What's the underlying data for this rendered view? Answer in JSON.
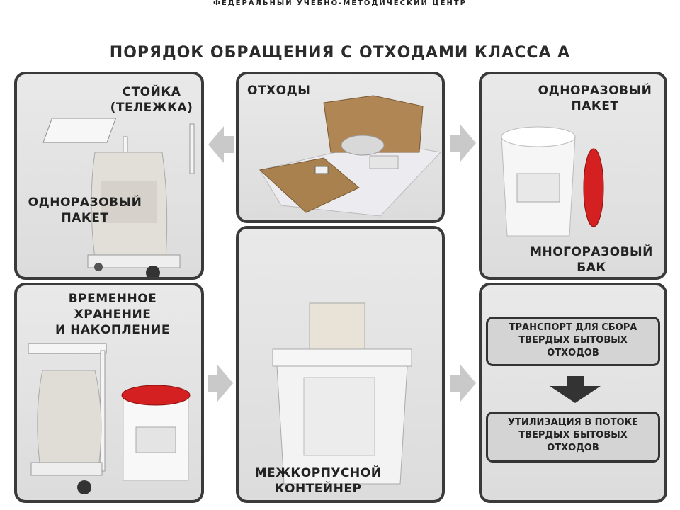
{
  "header": "ФЕДЕРАЛЬНЫЙ УЧЕБНО-МЕТОДИЧЕСКИЙ ЦЕНТР",
  "title": "ПОРЯДОК ОБРАЩЕНИЯ С ОТХОДАМИ КЛАССА А",
  "panels": {
    "cart": {
      "label_top": "СТОЙКА\n(ТЕЛЕЖКА)",
      "label_bag": "ОДНОРАЗОВЫЙ\nПАКЕТ"
    },
    "waste": {
      "label": "ОТХОДЫ"
    },
    "bin": {
      "label_top": "ОДНОРАЗОВЫЙ\nПАКЕТ",
      "label_bottom": "МНОГОРАЗОВЫЙ\nБАК"
    },
    "storage": {
      "label": "ВРЕМЕННОЕ\nХРАНЕНИЕ\nИ НАКОПЛЕНИЕ"
    },
    "container": {
      "label": "МЕЖКОРПУСНОЙ\nКОНТЕЙНЕР"
    },
    "disposal": {
      "transport": "ТРАНСПОРТ ДЛЯ СБОРА\nТВЕРДЫХ БЫТОВЫХ\nОТХОДОВ",
      "utilization": "УТИЛИЗАЦИЯ В ПОТОКЕ\nТВЕРДЫХ БЫТОВЫХ\nОТХОДОВ"
    }
  }
}
